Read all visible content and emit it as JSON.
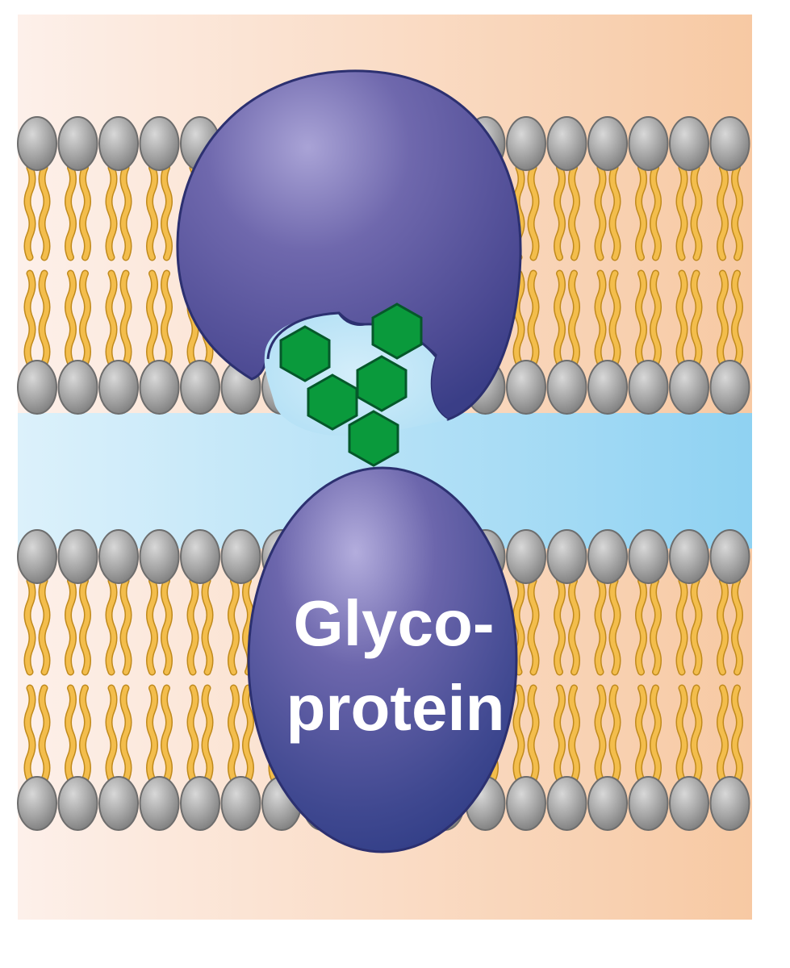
{
  "figure": {
    "label_line1": "Glyco-",
    "label_line2": "protein"
  },
  "colors": {
    "background_left": "#fdeee6",
    "background_right": "#f8c9a2",
    "head_group": "#a5a5a5",
    "head_group_stroke": "#6d6d6d",
    "lipid_tail": "#f3bd4c",
    "lipid_tail_stroke": "#c08a1c",
    "cytoplasm_gap": "#a8dcf4",
    "protein": "#5a539b",
    "protein_stroke": "#2c3070",
    "sugar": "#0a9a3c",
    "sugar_stroke": "#05582a",
    "label_text": "#ffffff"
  },
  "icons": {
    "sugar_unit": "hexagon",
    "lipid_head": "circle"
  }
}
